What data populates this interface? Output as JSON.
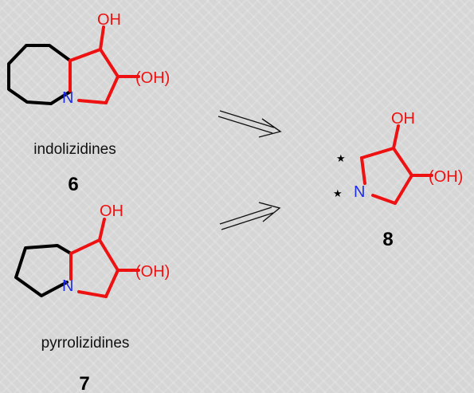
{
  "molecules": {
    "indolizidine": {
      "hydroxyl_top": "OH",
      "hydroxyl_side": "(OH)",
      "nitrogen": "N",
      "caption": "indolizidines",
      "number": "6"
    },
    "pyrrolizidine": {
      "hydroxyl_top": "OH",
      "hydroxyl_side": "(OH)",
      "nitrogen": "N",
      "caption": "pyrrolizidines",
      "number": "7"
    },
    "pyrrolidine": {
      "hydroxyl_top": "OH",
      "hydroxyl_side": "(OH)",
      "nitrogen": "N",
      "star_upper": "★",
      "star_lower": "★",
      "number": "8"
    }
  },
  "colors": {
    "bond_black": "#000000",
    "bond_red": "#ee1111",
    "nitrogen_blue": "#1f2de8"
  }
}
